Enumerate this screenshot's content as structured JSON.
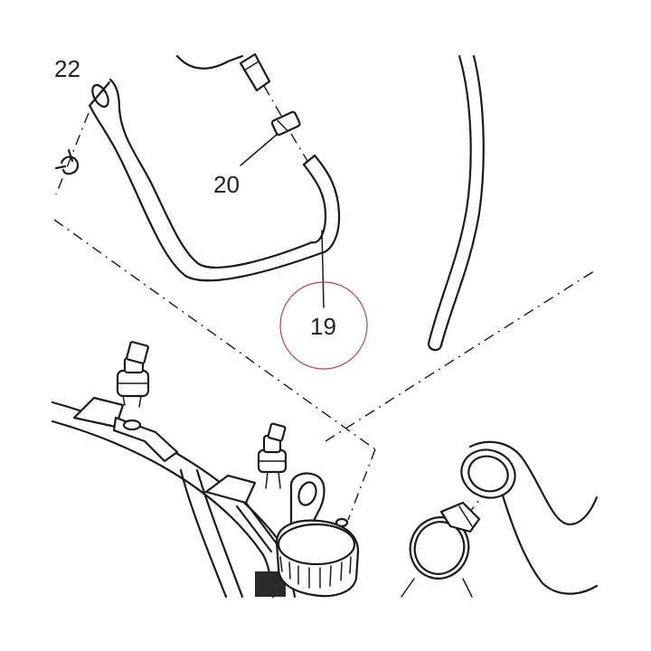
{
  "callouts": {
    "part_22": "22",
    "part_20": "20",
    "part_19": "19"
  },
  "colors": {
    "line": "#1a1a1a",
    "highlight_circle": "#b5445a",
    "background": "#ffffff"
  }
}
